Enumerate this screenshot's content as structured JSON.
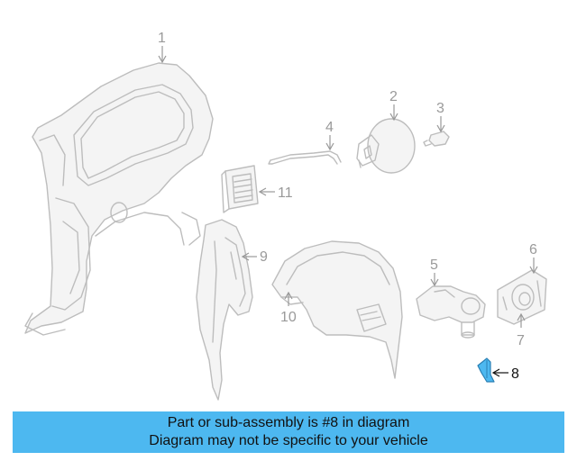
{
  "diagram": {
    "callouts": {
      "c1": "1",
      "c2": "2",
      "c3": "3",
      "c4": "4",
      "c5": "5",
      "c6": "6",
      "c7": "7",
      "c8": "8",
      "c9": "9",
      "c10": "10",
      "c11": "11"
    },
    "highlighted_part": "8",
    "colors": {
      "part_line": "#bdbdbd",
      "highlight": "#4db8f0",
      "callout": "#9a9a9a"
    }
  },
  "banner": {
    "line1": "Part or sub-assembly is #8 in diagram",
    "line2": "Diagram may not be specific to your vehicle",
    "background": "#4db8f0"
  }
}
